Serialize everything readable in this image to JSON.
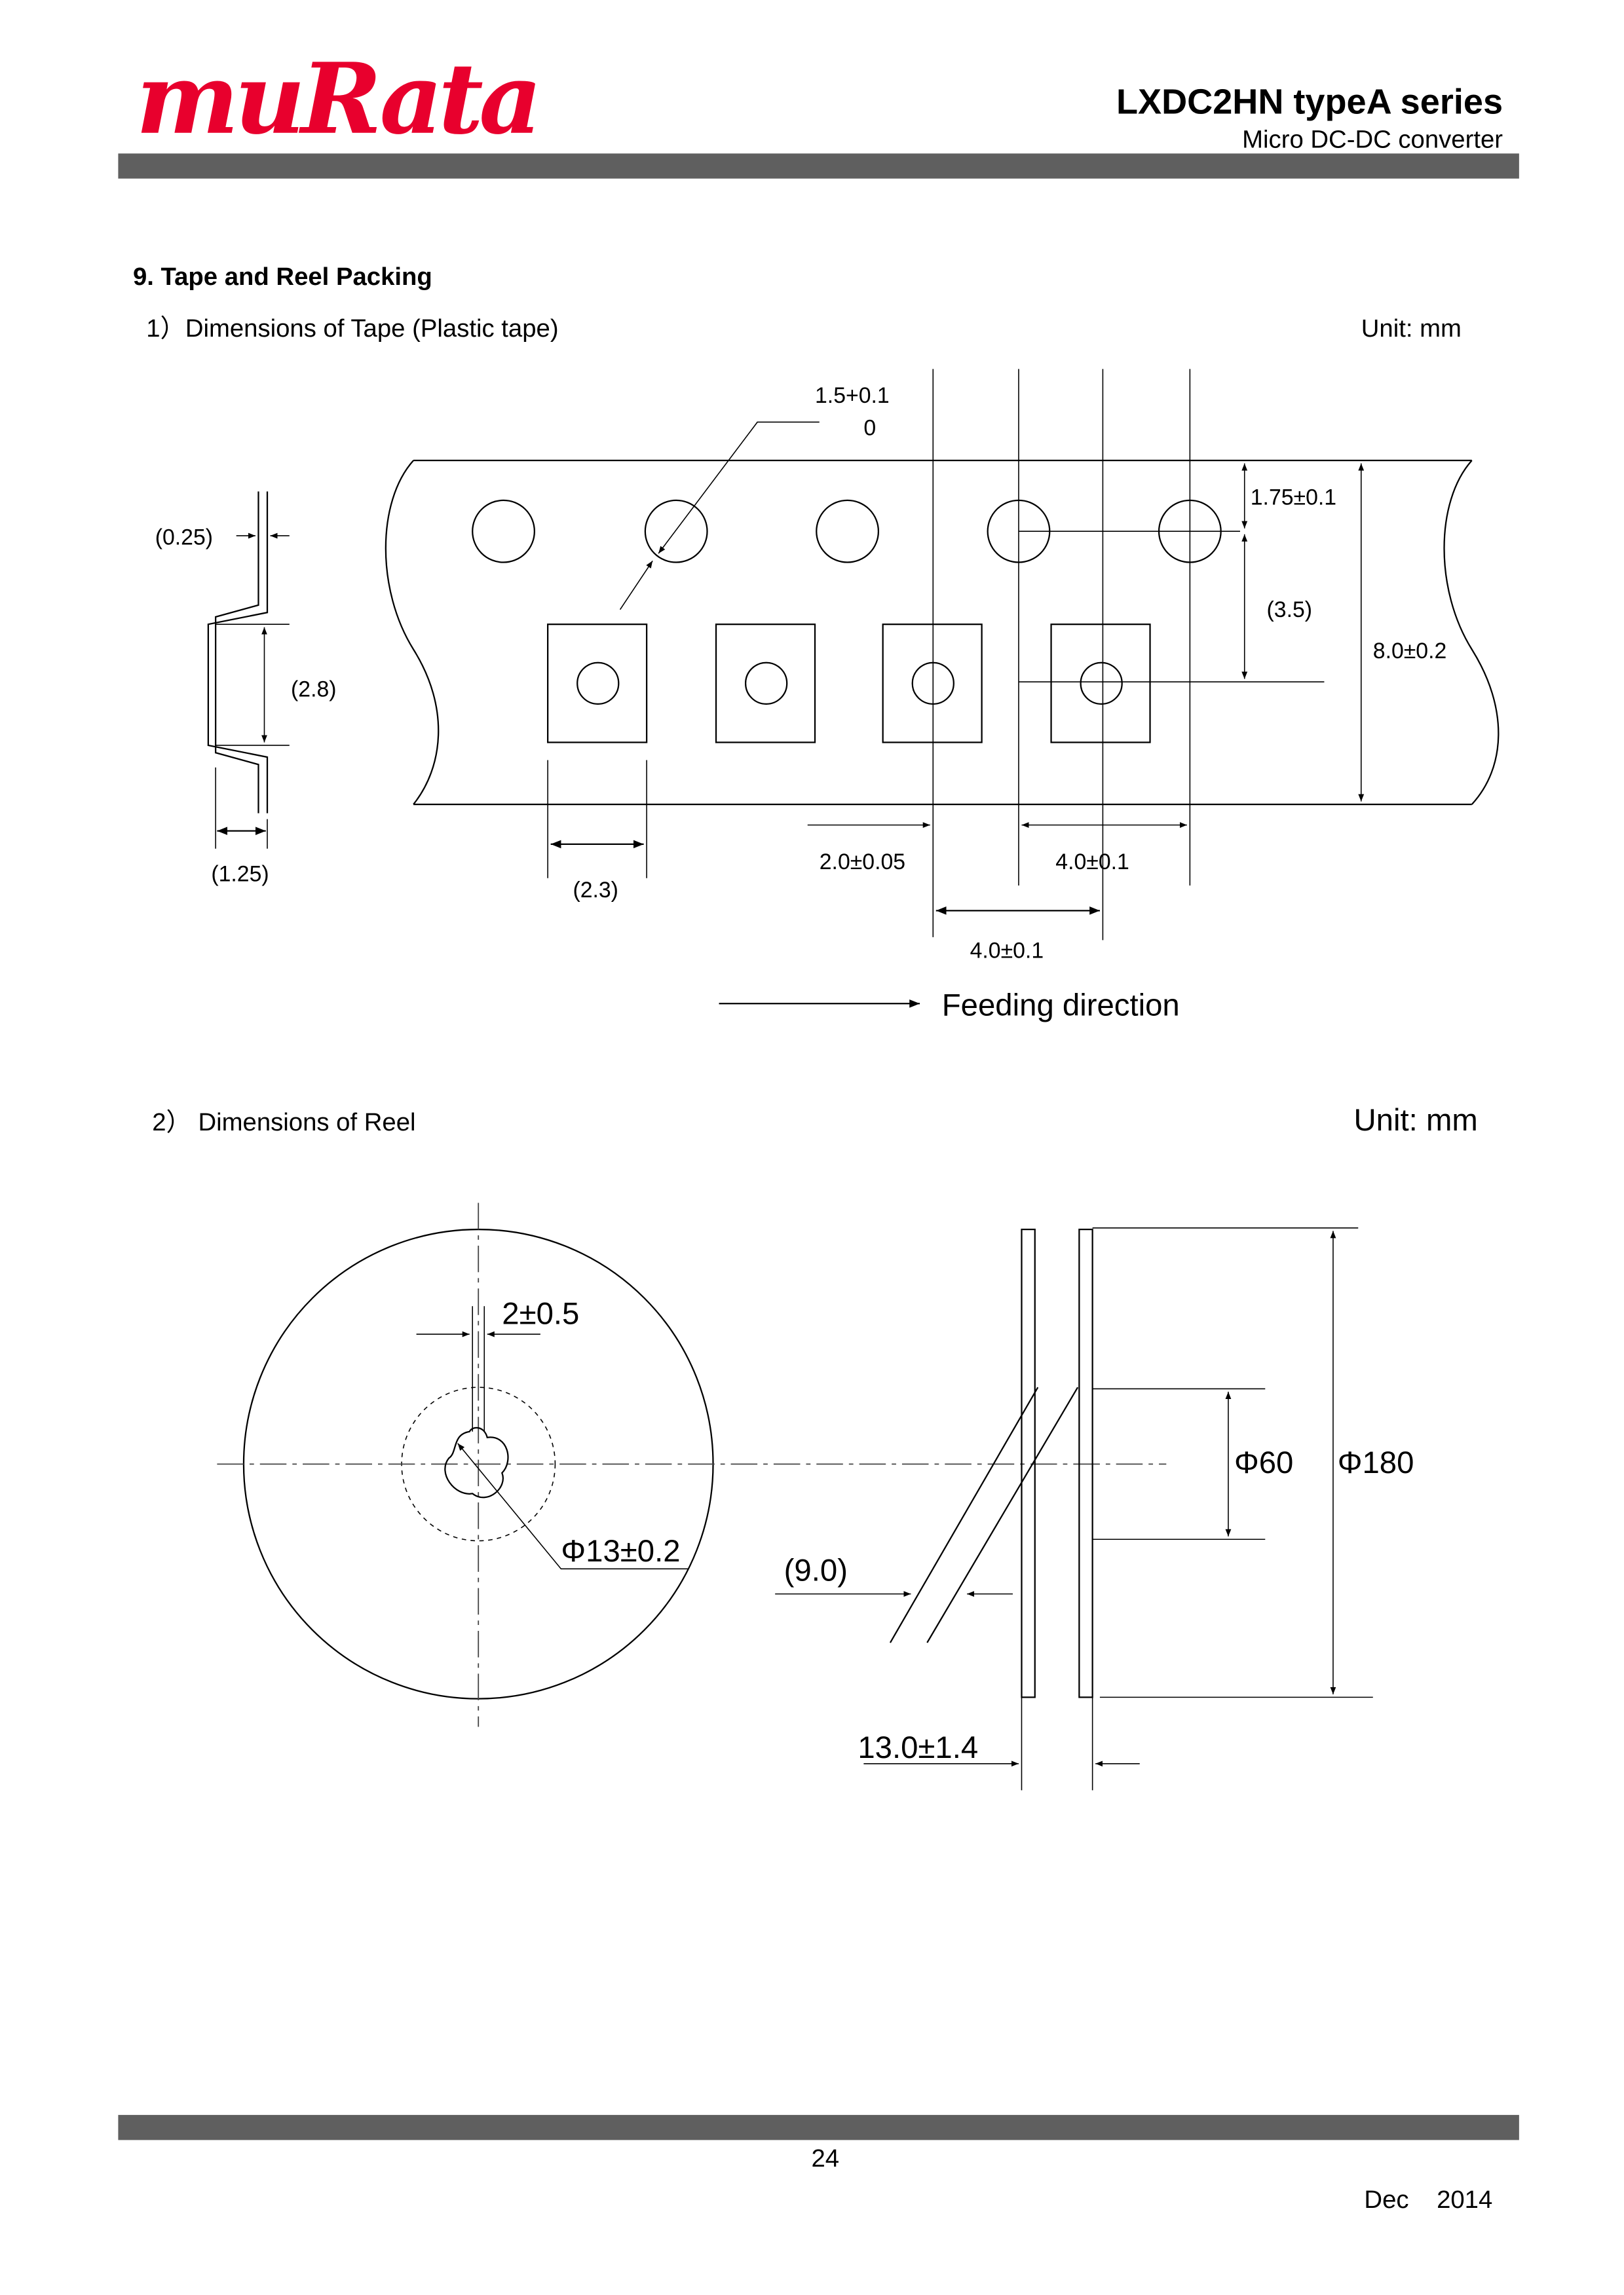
{
  "header": {
    "logo_text": "muRata",
    "title": "LXDC2HN  typeA  series",
    "subtitle": "Micro  DC-DC  converter"
  },
  "section": {
    "title": "9. Tape and Reel Packing"
  },
  "tape": {
    "heading": "1）Dimensions of Tape (Plastic tape)",
    "unit": "Unit: mm",
    "labels": {
      "hole_dia_top": "1.5+0.1",
      "hole_dia_bottom": "0",
      "thickness": "(0.25)",
      "pocket_depth": "(2.8)",
      "pocket_total": "(1.25)",
      "pocket_width": "(2.3)",
      "hole_edge": "1.75±0.1",
      "pocket_offset": "(3.5)",
      "tape_width": "8.0±0.2",
      "hole_to_pocket": "2.0±0.05",
      "hole_pitch": "4.0±0.1",
      "pocket_pitch": "4.0±0.1"
    },
    "feed": "Feeding direction"
  },
  "reel": {
    "heading": "2） Dimensions of Reel",
    "unit": "Unit: mm",
    "labels": {
      "slot": "2±0.5",
      "hub_dia": "Φ13±0.2",
      "hub_outer": "Φ60",
      "reel_dia": "Φ180",
      "flange_angle": "(9.0)",
      "width": "13.0±1.4"
    }
  },
  "footer": {
    "page": "24",
    "date": "Dec    2014"
  },
  "colors": {
    "brand": "#e8002d",
    "bar": "#5f5f5f"
  }
}
